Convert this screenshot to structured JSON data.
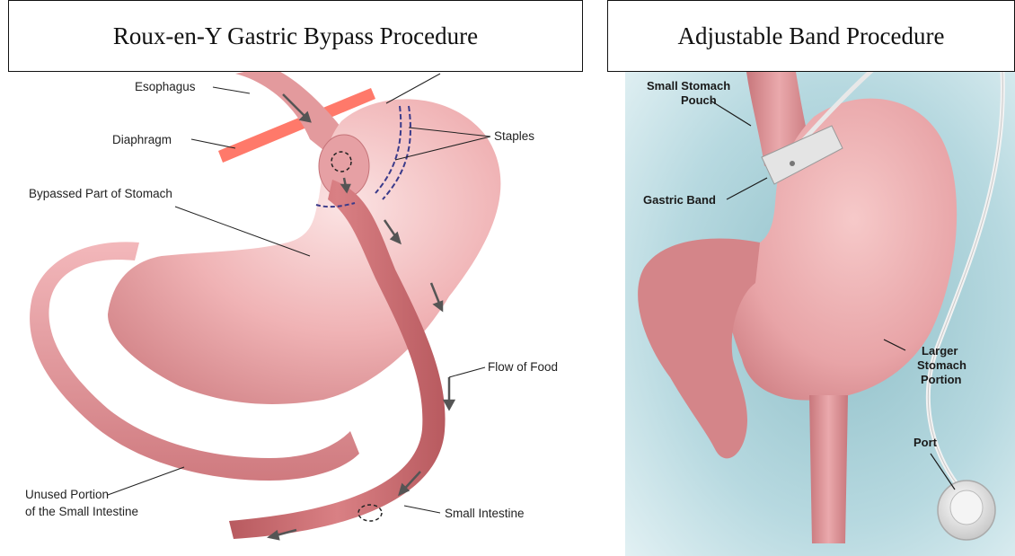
{
  "left": {
    "title": "Roux-en-Y Gastric Bypass Procedure",
    "labels": {
      "esophagus": "Esophagus",
      "diaphragm": "Diaphragm",
      "staples": "Staples",
      "bypassed": "Bypassed Part of Stomach",
      "flow": "Flow of Food",
      "unused_line1": "Unused Portion",
      "unused_line2": "of the Small Intestine",
      "small_intestine": "Small Intestine"
    }
  },
  "right": {
    "title": "Adjustable Band Procedure",
    "labels": {
      "pouch_line1": "Small Stomach",
      "pouch_line2": "Pouch",
      "band": "Gastric Band",
      "larger_line1": "Larger",
      "larger_line2": "Stomach",
      "larger_line3": "Portion",
      "port": "Port"
    }
  },
  "colors": {
    "stomach": "#f0b3b5",
    "stomach_shade": "#d98689",
    "intestine": "#c96a6e",
    "diaphragm": "#ff6a5a",
    "staples": "#3a3a8a",
    "background_right": "#cfe7ec"
  }
}
